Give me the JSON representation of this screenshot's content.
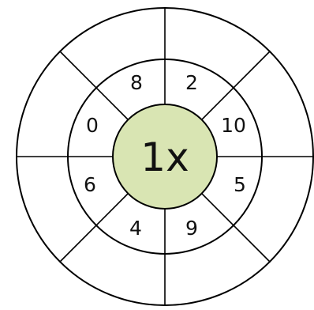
{
  "center": {
    "label": "1x",
    "fill_color": "#d9e5b3"
  },
  "inner_ring": {
    "numbers": [
      "8",
      "2",
      "10",
      "5",
      "9",
      "4",
      "6",
      "0"
    ]
  },
  "outer_ring": {
    "cells": [
      "",
      "",
      "",
      "",
      "",
      "",
      "",
      ""
    ]
  },
  "colors": {
    "line": "#000000",
    "background": "#ffffff"
  }
}
